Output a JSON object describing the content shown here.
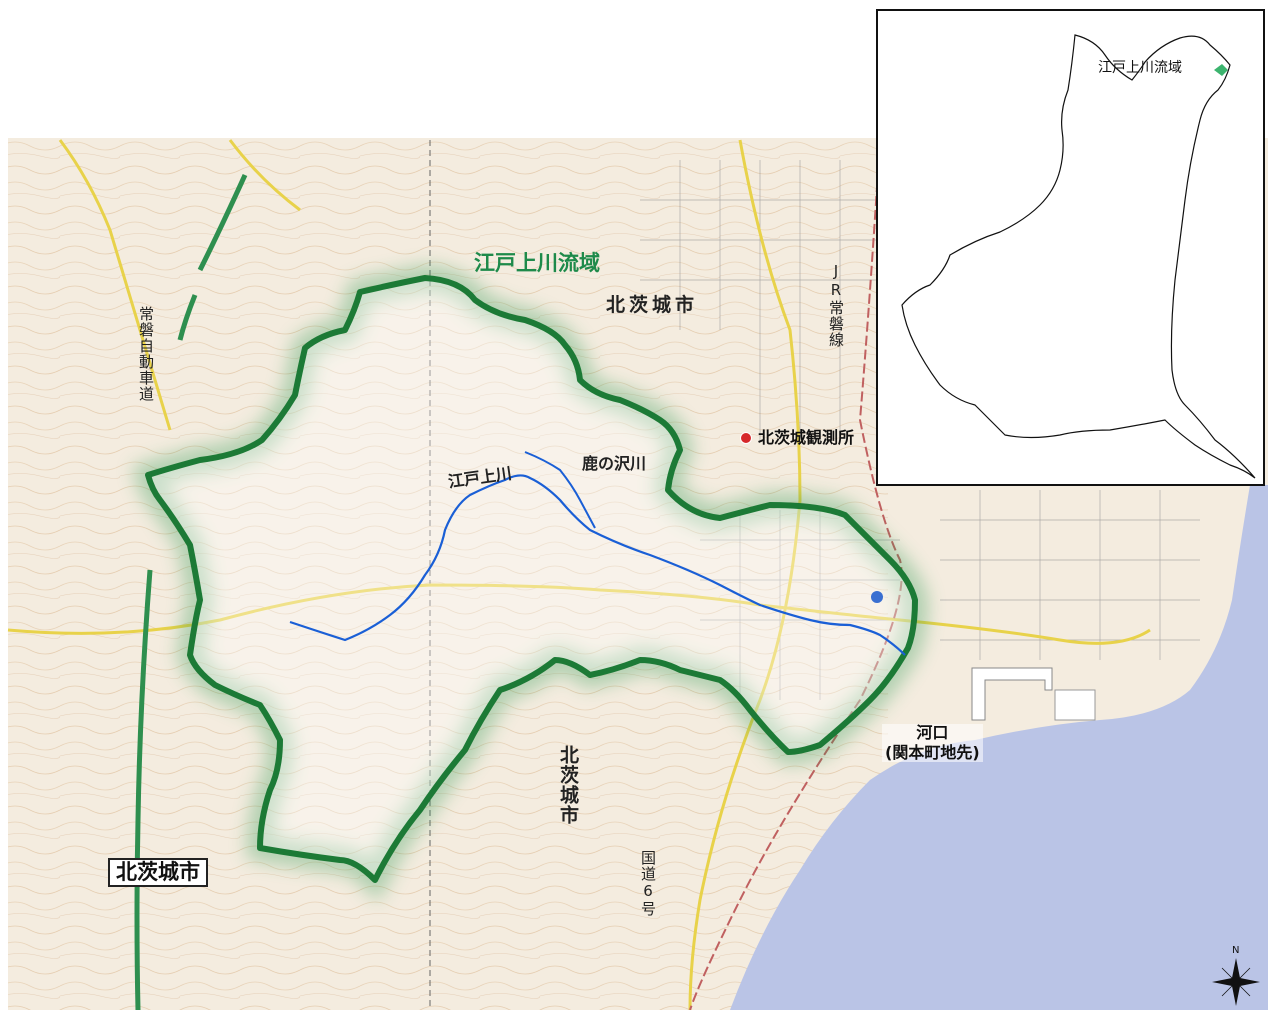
{
  "map": {
    "basin_label": "江戸上川流域",
    "river_main": "江戸上川",
    "river_tributary": "鹿の沢川",
    "city_north": "北茨城市",
    "city_south": "北茨城市",
    "city_boxed": "北茨城市",
    "jr_line": "JR常磐線",
    "expressway": "常磐自動車道",
    "national_road": "国道6号",
    "station": {
      "name": "北茨城観測所",
      "color": "#d6282a"
    },
    "mouth": {
      "line1": "河口",
      "line2": "(関本町地先)"
    },
    "north_arrow": "N"
  },
  "inset": {
    "label": "江戸上川流域",
    "marker_color": "#3cb46e"
  },
  "colors": {
    "land": "#f4ecdf",
    "sea": "#bac4e6",
    "basin_outline": "#1c7a36",
    "river": "#1a5fd6",
    "expressway": "#2e8f4f",
    "road_yellow": "#e8d24a",
    "rail": "#c06060"
  }
}
